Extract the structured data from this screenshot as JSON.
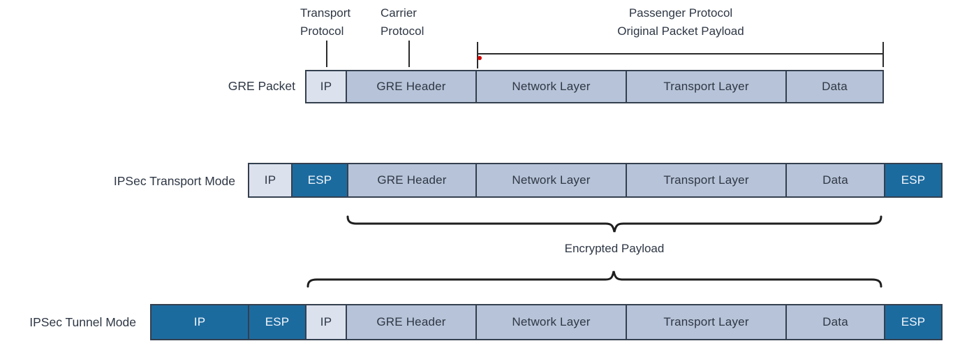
{
  "annotations": {
    "transport_protocol": {
      "line1": "Transport",
      "line2": "Protocol"
    },
    "carrier_protocol": {
      "line1": "Carrier",
      "line2": "Protocol"
    },
    "passenger_protocol": {
      "line1": "Passenger Protocol",
      "line2": "Original Packet Payload"
    },
    "encrypted_payload": "Encrypted Payload"
  },
  "rows": {
    "gre_packet": {
      "label": "GRE Packet",
      "cells": [
        "IP",
        "GRE Header",
        "Network Layer",
        "Transport Layer",
        "Data"
      ]
    },
    "ipsec_transport_mode": {
      "label": "IPSec Transport Mode",
      "cells": [
        "IP",
        "ESP",
        "GRE Header",
        "Network Layer",
        "Transport Layer",
        "Data",
        "ESP"
      ]
    },
    "ipsec_tunnel_mode": {
      "label": "IPSec Tunnel Mode",
      "cells": [
        "IP",
        "ESP",
        "IP",
        "GRE Header",
        "Network Layer",
        "Transport Layer",
        "Data",
        "ESP"
      ]
    }
  },
  "colors": {
    "box_light": "#dce1ee",
    "box_medium": "#b7c3d8",
    "box_dark": "#1c6b9f",
    "border": "#34404f",
    "text": "#2e3744",
    "text_on_dark": "#f3f7fb",
    "red_dot": "#d40000"
  }
}
